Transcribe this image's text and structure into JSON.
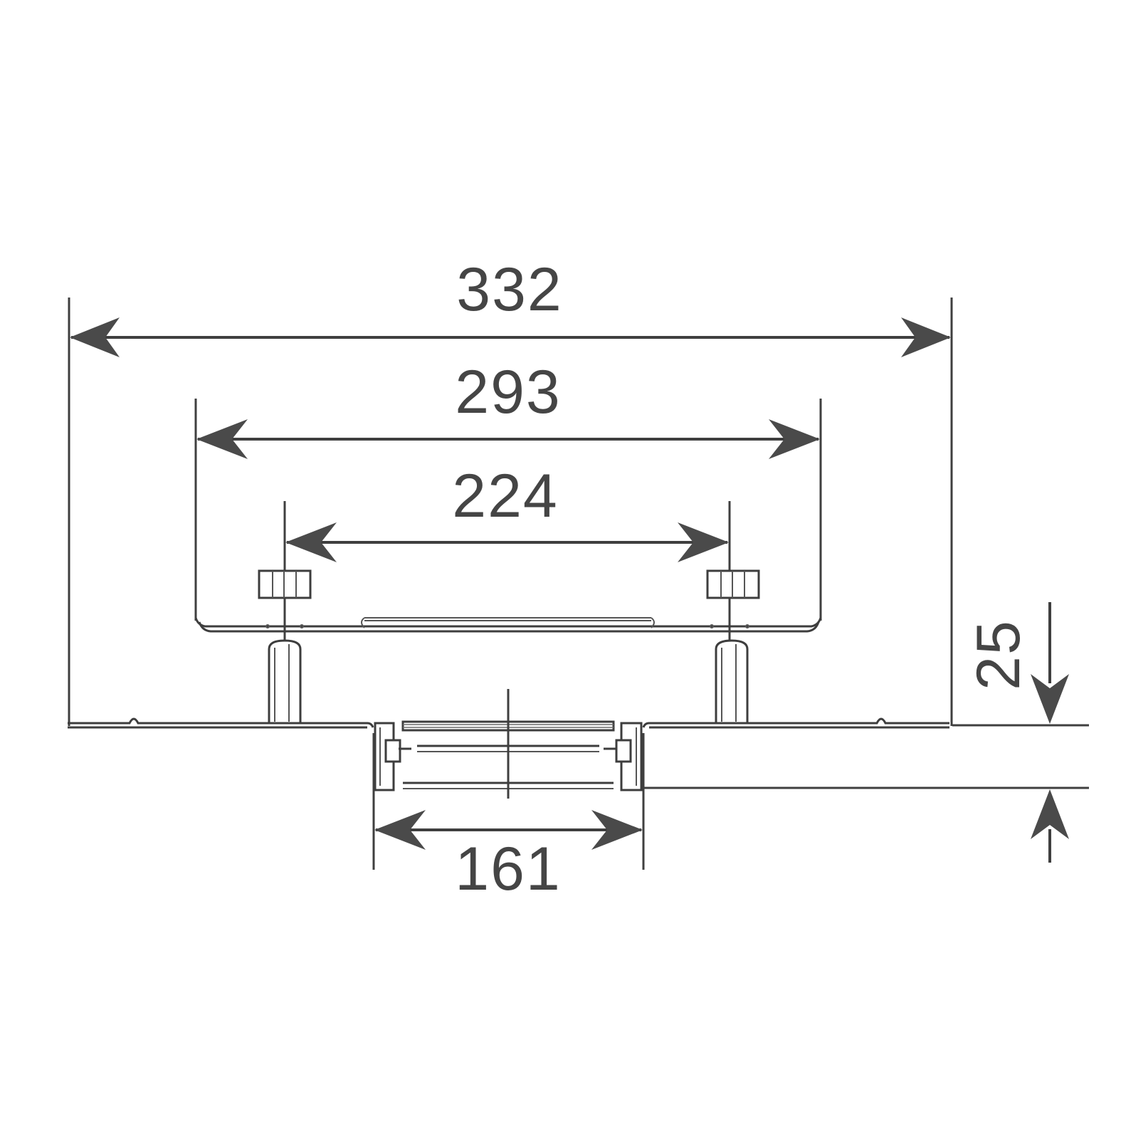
{
  "dimensions": {
    "overall_width": "332",
    "bracket_width": "293",
    "fixing_centres": "224",
    "spigot_width": "161",
    "depth": "25"
  },
  "colors": {
    "line": "#3f3f3f",
    "arrow": "#4a4a4a",
    "text": "#454545",
    "background": "#ffffff"
  }
}
